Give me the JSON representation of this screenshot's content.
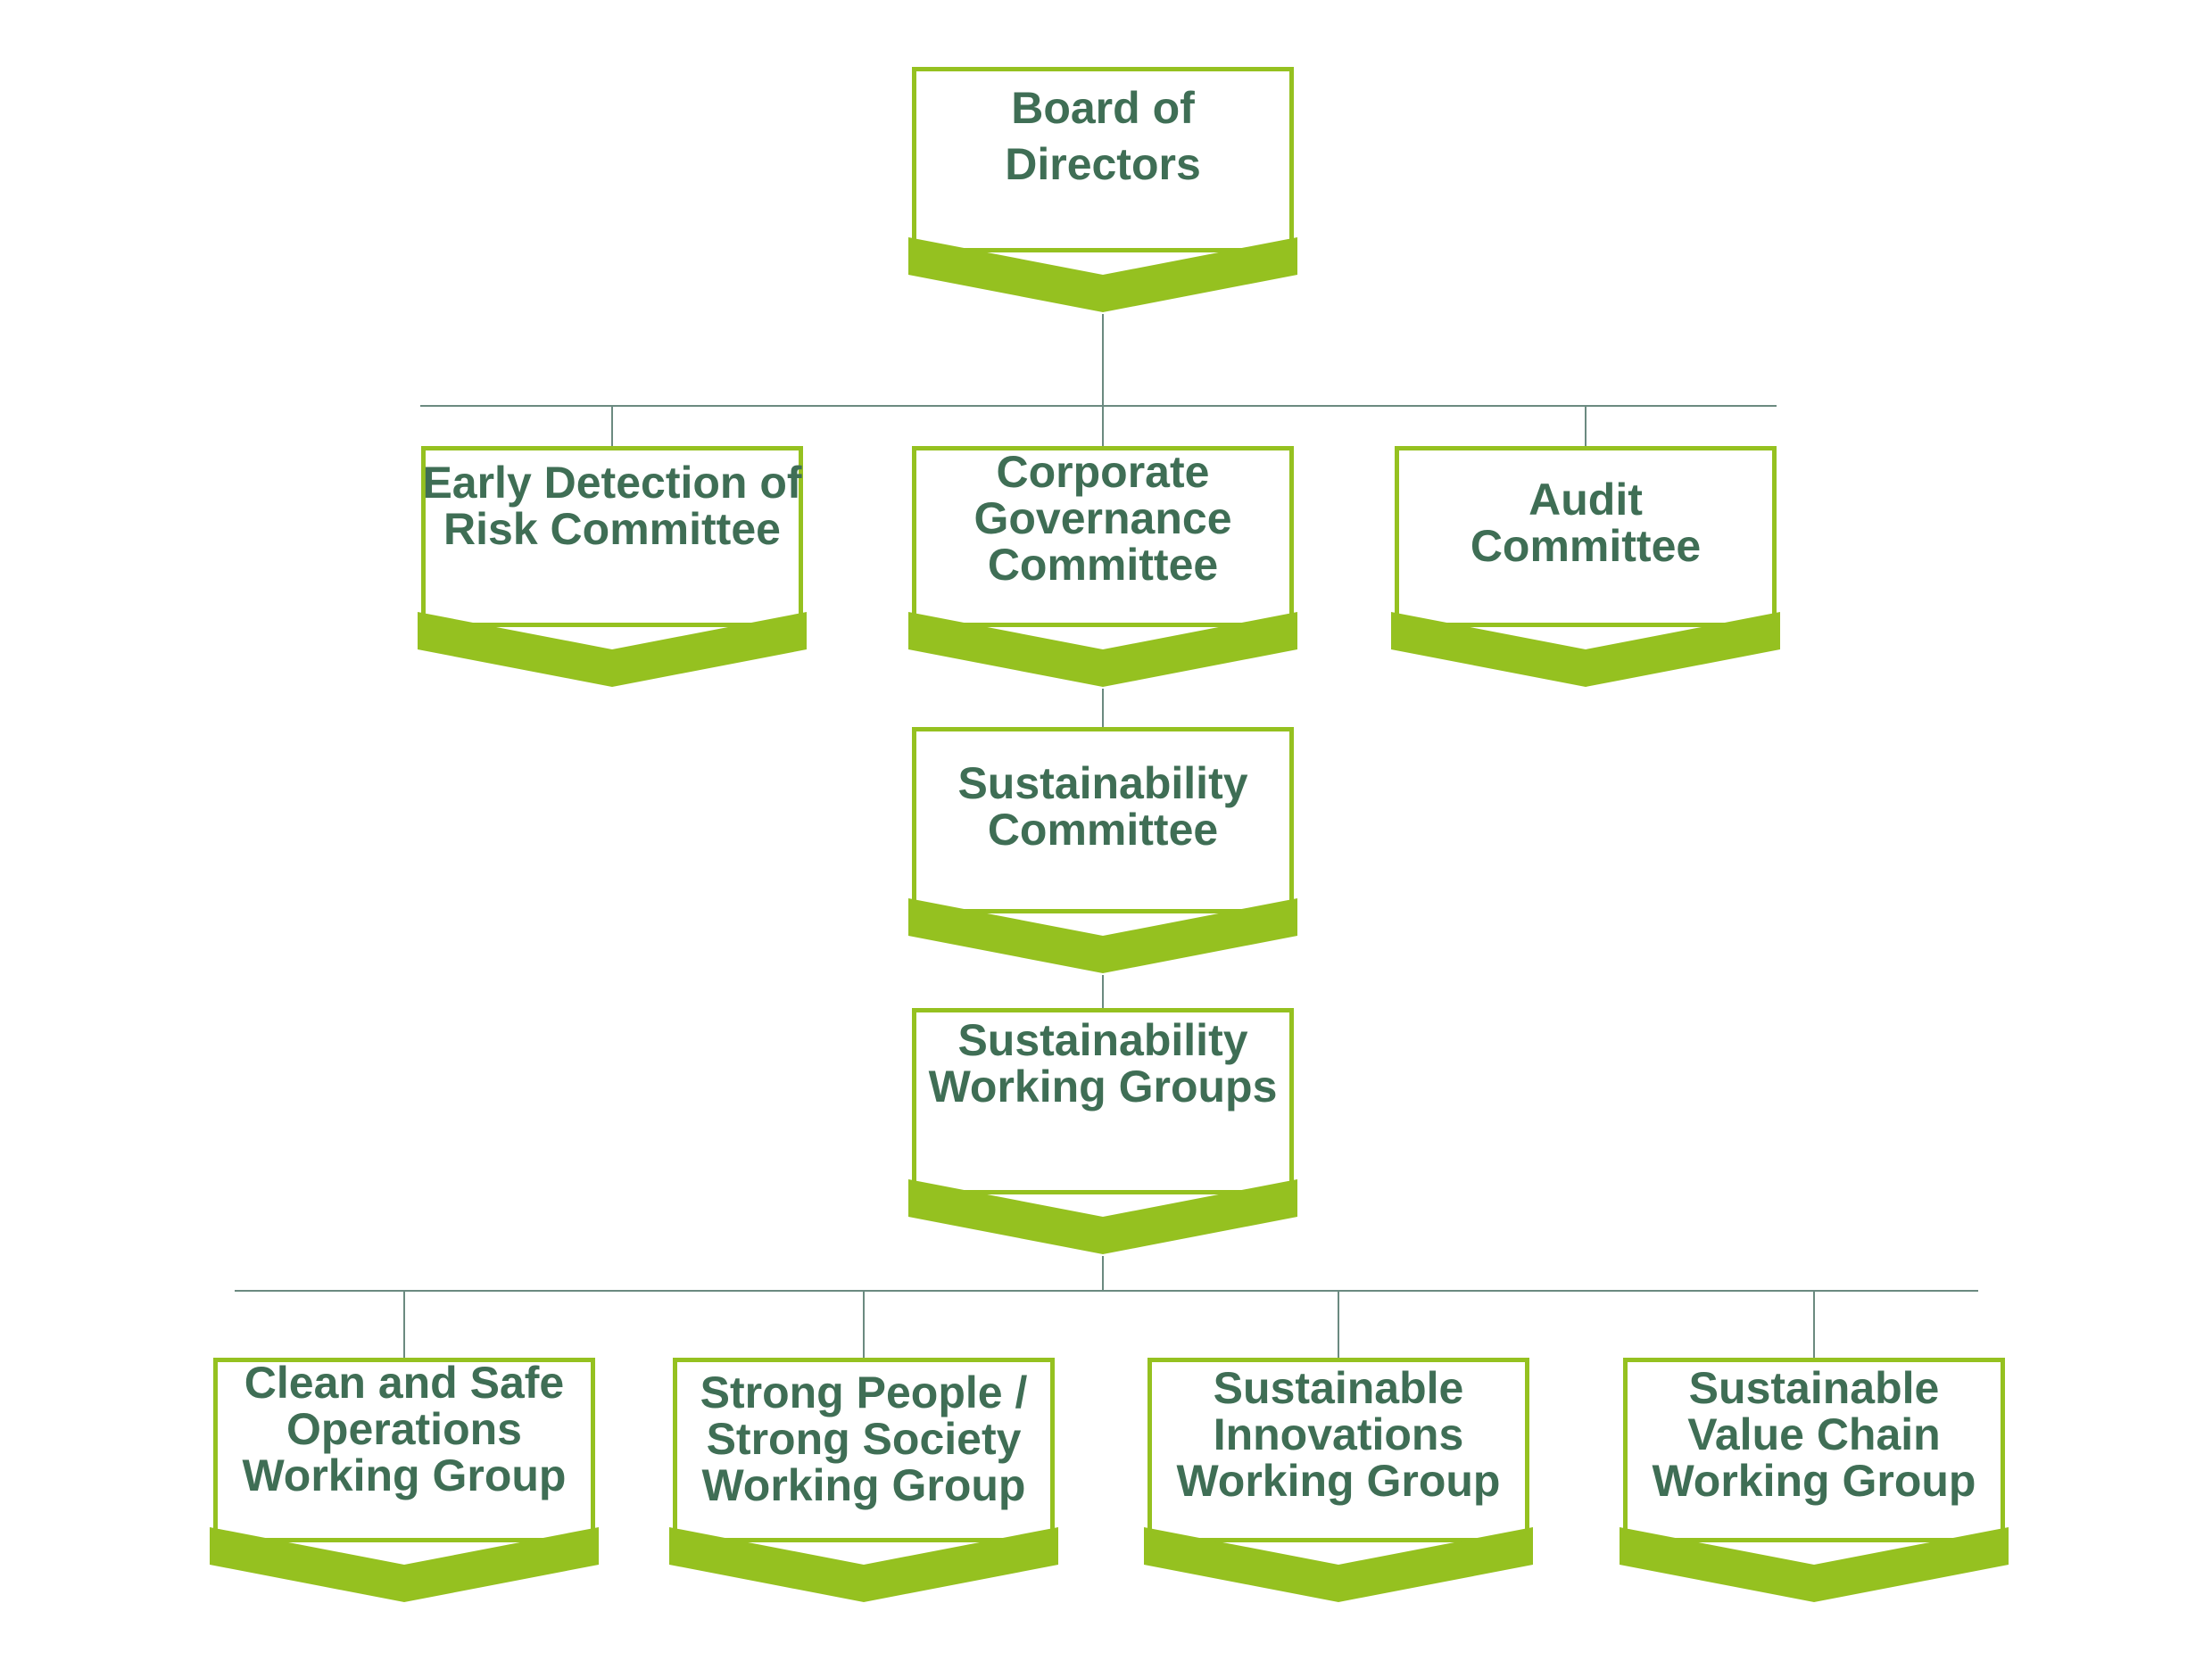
{
  "colors": {
    "box_border": "#95c120",
    "chevron_fill": "#95c120",
    "text": "#3f6e55",
    "connector": "#6b8a80",
    "background": "#ffffff"
  },
  "nodes": {
    "board": {
      "lines": [
        "Board of",
        "Directors"
      ]
    },
    "early_detection": {
      "lines": [
        "Early Detection of",
        "Risk Committee"
      ]
    },
    "corporate_governance": {
      "lines": [
        "Corporate",
        "Governance",
        "Committee"
      ]
    },
    "audit": {
      "lines": [
        "Audit",
        "Committee"
      ]
    },
    "sustainability_committee": {
      "lines": [
        "Sustainability",
        "Committee"
      ]
    },
    "sustainability_working_groups": {
      "lines": [
        "Sustainability",
        "Working Groups"
      ]
    },
    "clean_safe": {
      "lines": [
        "Clean and Safe",
        "Operations",
        "Working Group"
      ]
    },
    "strong_people": {
      "lines": [
        "Strong People /",
        "Strong Society",
        "Working Group"
      ]
    },
    "sustainable_innovations": {
      "lines": [
        "Sustainable",
        "Innovations",
        "Working Group"
      ]
    },
    "sustainable_value_chain": {
      "lines": [
        "Sustainable",
        "Value Chain",
        "Working Group"
      ]
    }
  }
}
